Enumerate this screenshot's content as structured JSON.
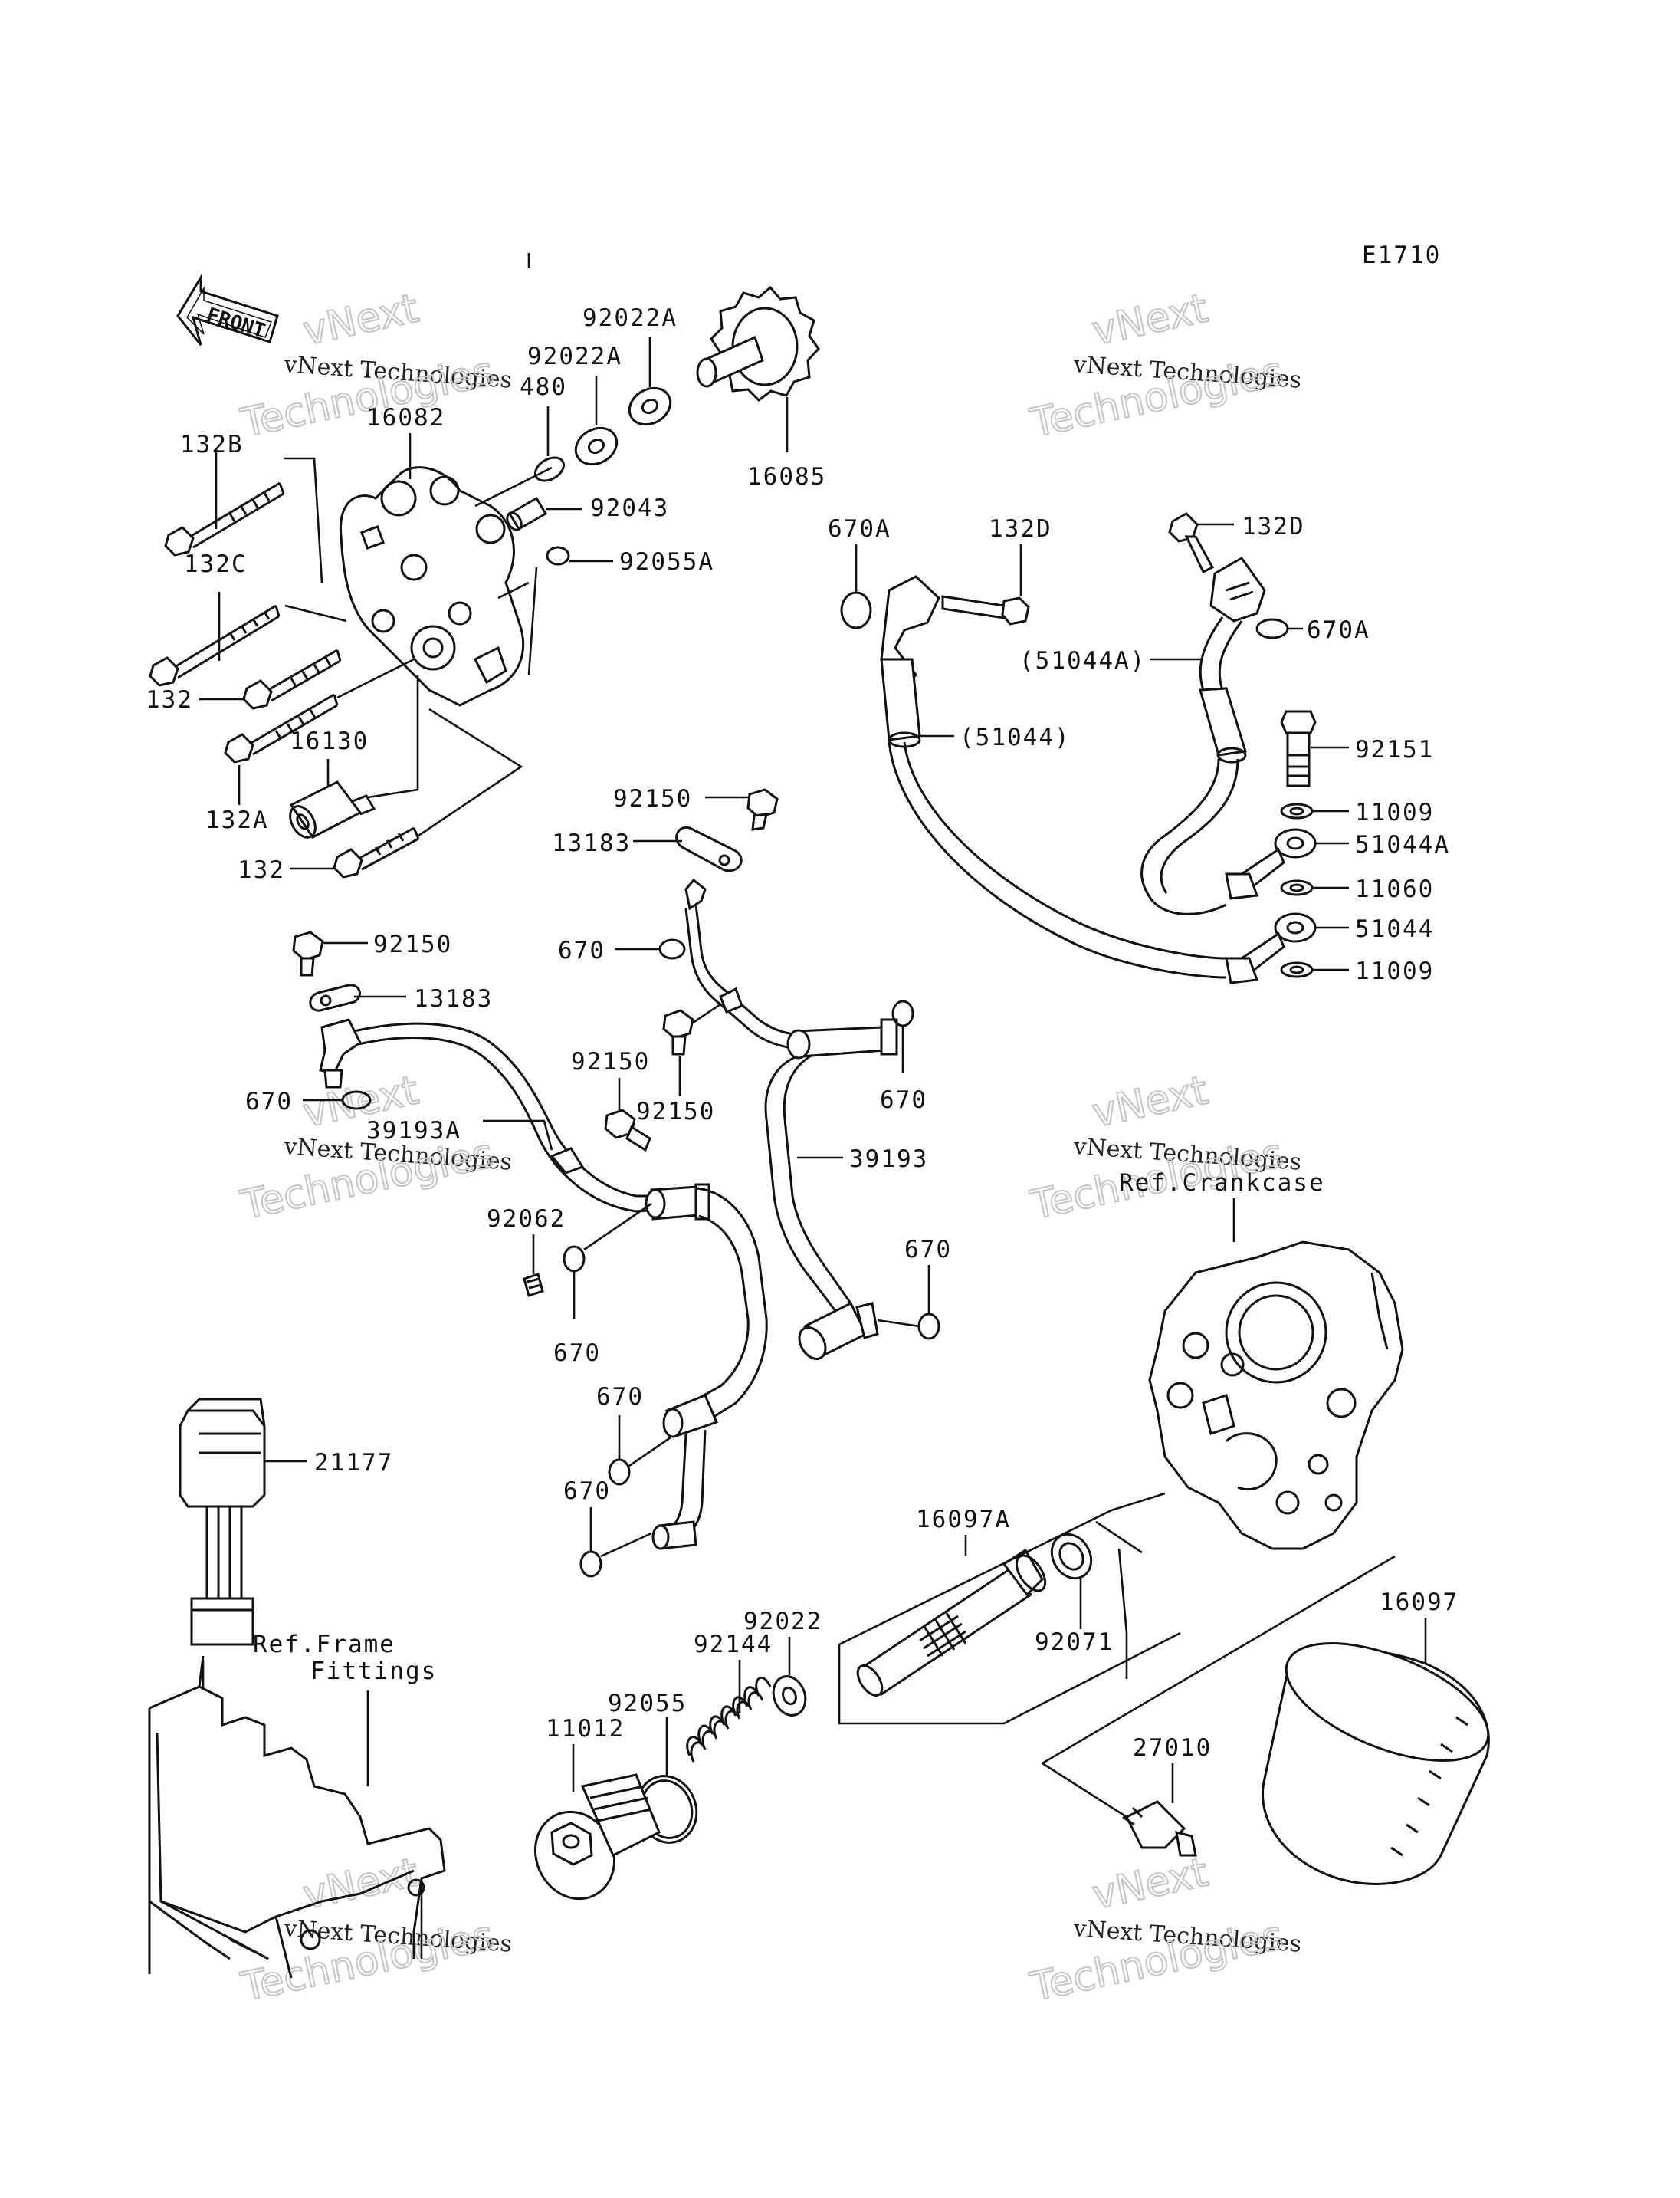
{
  "diagram_code": "E1710",
  "front_label": "FRONT",
  "labels": {
    "p92022A_1": "92022A",
    "p92022A_2": "92022A",
    "p480": "480",
    "p16082": "16082",
    "p132B": "132B",
    "p92043": "92043",
    "p92055A": "92055A",
    "p132C": "132C",
    "p132_1": "132",
    "p16130": "16130",
    "p132A": "132A",
    "p132_2": "132",
    "p16085": "16085",
    "p670A_1": "670A",
    "p132D_1": "132D",
    "p132D_2": "132D",
    "p670A_2": "670A",
    "p51044A_hose": "(51044A)",
    "p51044_hose": "(51044)",
    "p92151": "92151",
    "p11009_1": "11009",
    "p51044A": "51044A",
    "p11060": "11060",
    "p51044": "51044",
    "p11009_2": "11009",
    "p92150_1": "92150",
    "p13183_1": "13183",
    "p670_1": "670",
    "p92150_2": "92150",
    "p13183_2": "13183",
    "p670_2": "670",
    "p39193A": "39193A",
    "p92150_3": "92150",
    "p92150_4": "92150",
    "p670_3": "670",
    "p39193": "39193",
    "p92062": "92062",
    "p670_4": "670",
    "p670_5": "670",
    "p670_6": "670",
    "p670_7": "670",
    "p21177": "21177",
    "p16097A": "16097A",
    "p92071": "92071",
    "p92022": "92022",
    "p92144": "92144",
    "p92055": "92055",
    "p11012": "11012",
    "p16097": "16097",
    "p27010": "27010"
  },
  "refs": {
    "crankcase": "Ref.Crankcase",
    "frame_line1": "Ref.Frame",
    "frame_line2": "Fittings"
  },
  "watermark": {
    "line1": "vNext",
    "line2": "vNext Technologies",
    "line3": "Technologies"
  }
}
